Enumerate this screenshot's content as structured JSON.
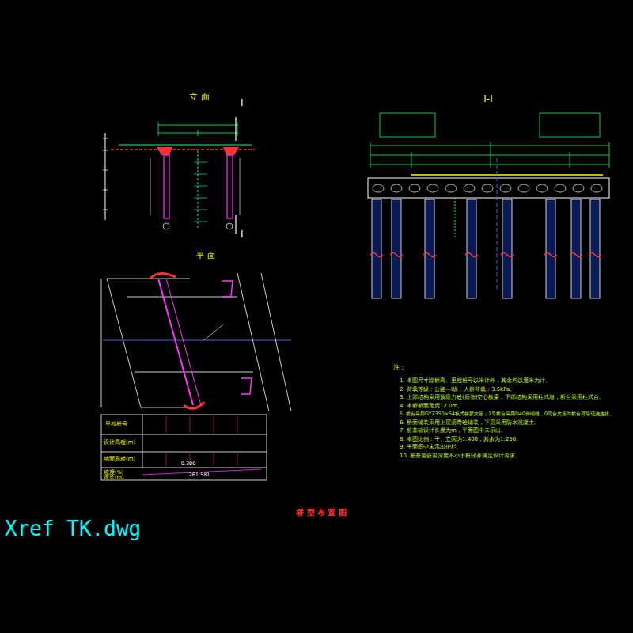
{
  "diagram": {
    "title": "桥 型 布 置 图",
    "labels": [
      "立 面",
      "I",
      "I",
      "平 面",
      "I-I",
      "Xref TK.dwg",
      "注：",
      "1. 本图尺寸除标高、里程桩号以米计外，其余均以厘米为计。",
      "2. 荷载等级：公路—I级，人群荷载：3.5kPa。",
      "3. 上部结构采用预应力砼(后张)空心板梁，下部结构采用柱式墩，桥台采用柱式台。",
      "4. 本桥桥面宽度12.0m。",
      "5. 桥台采用GYZ350×54板式橡胶支座；1号桥台采用D40伸缩缝，0号台支座与桥台背墙现浇连接。",
      "6. 桥面铺装采用上层沥青砼铺装，下层采用防水混凝土。",
      "7. 桩基础设计长度为m，平面图中未示出。",
      "8. 本图比例：平、立面为1:400，其余为1:250。",
      "9. 平面图中未示出护栏。",
      "10. 桩基需嵌岩深度不小于桩径并满足设计要求。",
      "里程桩号",
      "设计高程(m)",
      "地面高程(m)",
      "坡度(%)",
      "坡长(m)",
      "0.300",
      "261.581"
    ]
  }
}
